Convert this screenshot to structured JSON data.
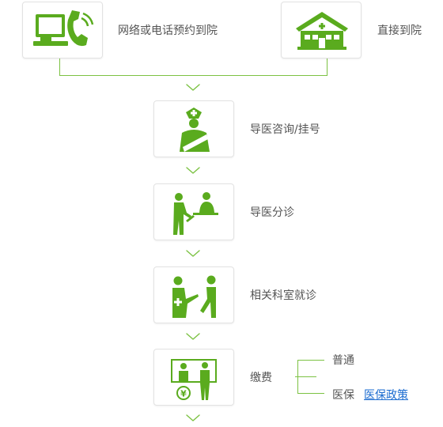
{
  "colors": {
    "green": "#5aab1e",
    "line": "#7cc243",
    "text": "#555555",
    "link": "#1a6bd0",
    "border": "#e2e2e2"
  },
  "step_phone": {
    "label": "网络或电话预约到院",
    "icon": "computer-phone-icon"
  },
  "step_direct": {
    "label": "直接到院",
    "icon": "hospital-icon"
  },
  "step_guide_consult": {
    "label": "导医咨询/挂号",
    "icon": "nurse-icon"
  },
  "step_triage": {
    "label": "导医分诊",
    "icon": "triage-icon"
  },
  "step_department": {
    "label": "相关科室就诊",
    "icon": "doctor-patient-icon"
  },
  "step_payment": {
    "label": "缴费",
    "icon": "cashier-icon",
    "options": {
      "regular": "普通",
      "insurance": "医保"
    },
    "policy_link": "医保政策"
  }
}
